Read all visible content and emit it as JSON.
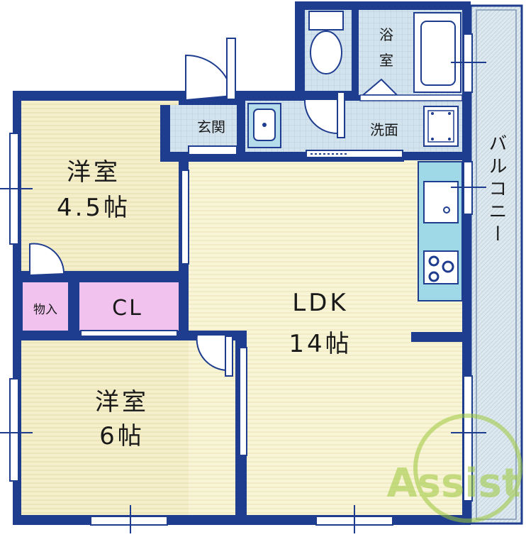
{
  "rooms": {
    "western_room_1": {
      "name": "洋室",
      "size": "4.5帖"
    },
    "western_room_2": {
      "name": "洋室",
      "size": "6帖"
    },
    "ldk": {
      "name": "LDK",
      "size": "14帖"
    },
    "entrance": {
      "name": "玄関"
    },
    "bathroom": {
      "name_line1": "浴",
      "name_line2": "室"
    },
    "washroom": {
      "name": "洗面"
    },
    "storage": {
      "name": "物入"
    },
    "closet": {
      "name": "CL"
    },
    "balcony": {
      "name": "バルコニー"
    }
  },
  "watermark": {
    "text": "Assist"
  },
  "colors": {
    "wall": "#1f3d8f",
    "tatami_floor": "#f3edc8",
    "ldk_floor": "#f7f3d2",
    "wet_area": "#cfe0ec",
    "storage": "#f1c2ee",
    "balcony": "#dbe7ee",
    "kitchen": "#9fd8e6",
    "watermark": "#9cc83a"
  },
  "icons": [
    "toilet-icon",
    "bathtub-icon",
    "washbasin-icon",
    "washing-machine-icon",
    "sink-icon",
    "stove-icon",
    "door-swing-icon",
    "window-icon"
  ]
}
